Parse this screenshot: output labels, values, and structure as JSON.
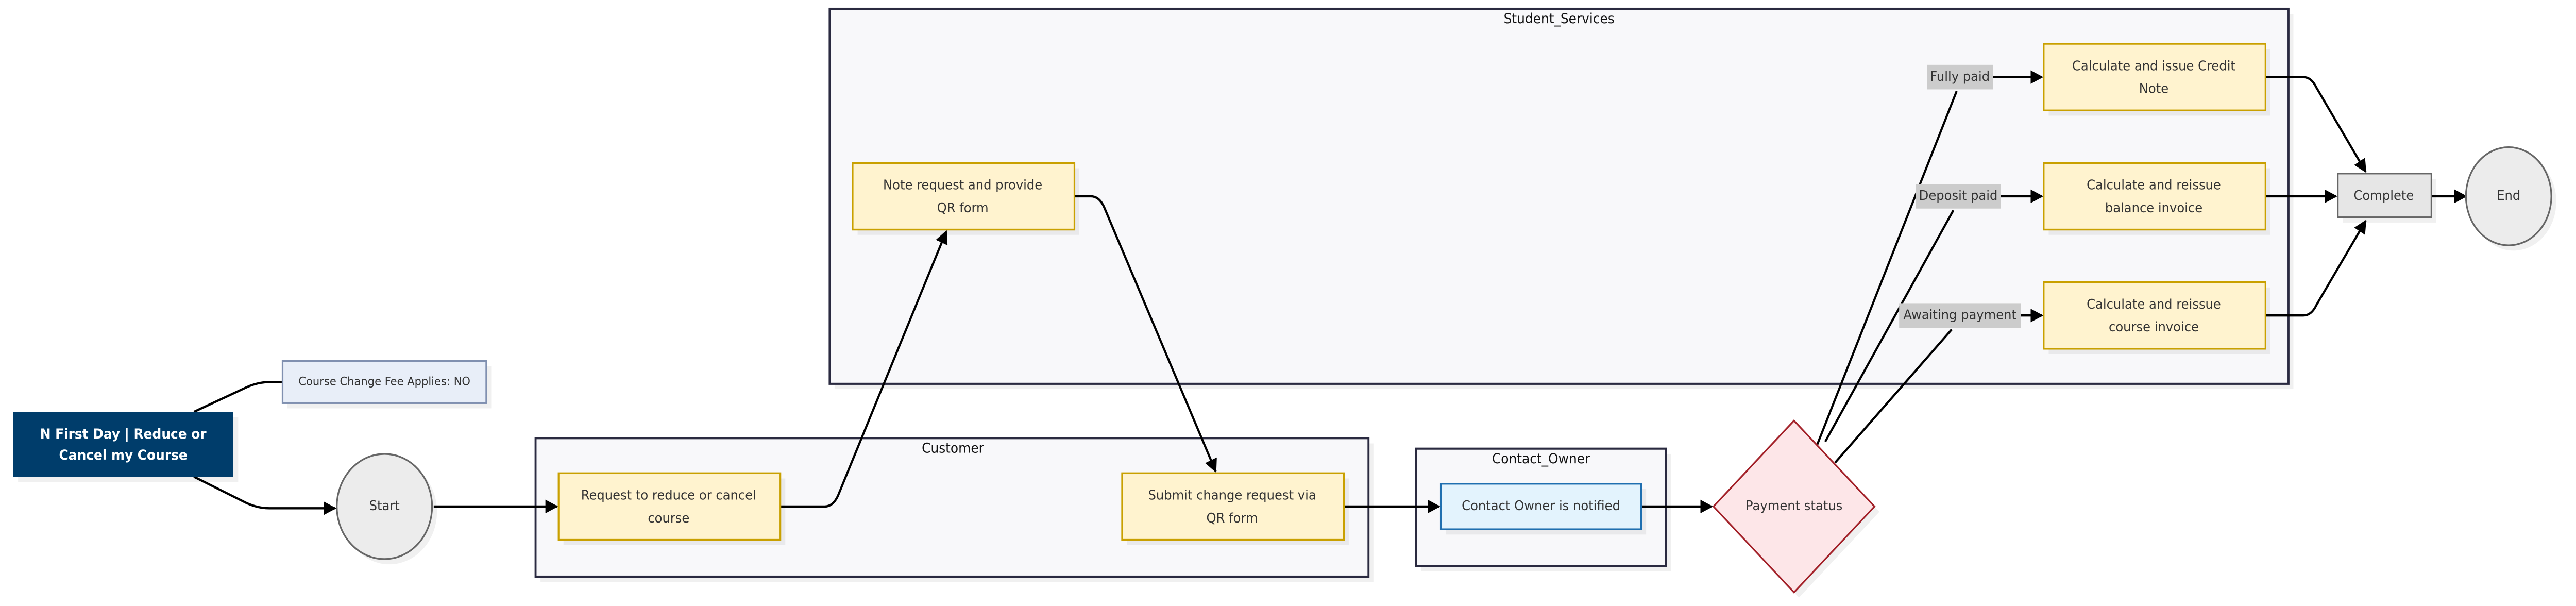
{
  "diagram": {
    "title_node": {
      "lines": [
        "N First Day | Reduce or",
        "Cancel my Course"
      ]
    },
    "note": {
      "text": "Course Change Fee Applies: NO"
    },
    "groups": {
      "student_services": "Student_Services",
      "customer": "Customer",
      "contact_owner": "Contact_Owner"
    },
    "nodes": {
      "start": "Start",
      "end": "End",
      "request": [
        "Request to reduce or cancel",
        "course"
      ],
      "note_request": [
        "Note request and provide",
        "QR form"
      ],
      "submit": [
        "Submit change request via",
        "QR form"
      ],
      "contact_notified": "Contact Owner is notified",
      "payment_status": "Payment status",
      "credit_note": [
        "Calculate and issue Credit",
        "Note"
      ],
      "balance_invoice": [
        "Calculate and reissue",
        "balance invoice"
      ],
      "course_invoice": [
        "Calculate and reissue",
        "course invoice"
      ],
      "complete": "Complete"
    },
    "edge_labels": {
      "fully_paid": "Fully paid",
      "deposit_paid": "Deposit paid",
      "awaiting_payment": "Awaiting payment"
    },
    "colors": {
      "title_fill": "#003d6b",
      "task_fill": "#fff3cf",
      "task_stroke": "#c9a000",
      "contact_fill": "#e3f3fd",
      "contact_stroke": "#1f6fb0",
      "decision_fill": "#fde6e8",
      "decision_stroke": "#a3222a",
      "group_fill": "#f8f8fa",
      "group_stroke": "#2a2a40",
      "terminal_fill": "#ececec",
      "terminal_stroke": "#666666"
    }
  }
}
